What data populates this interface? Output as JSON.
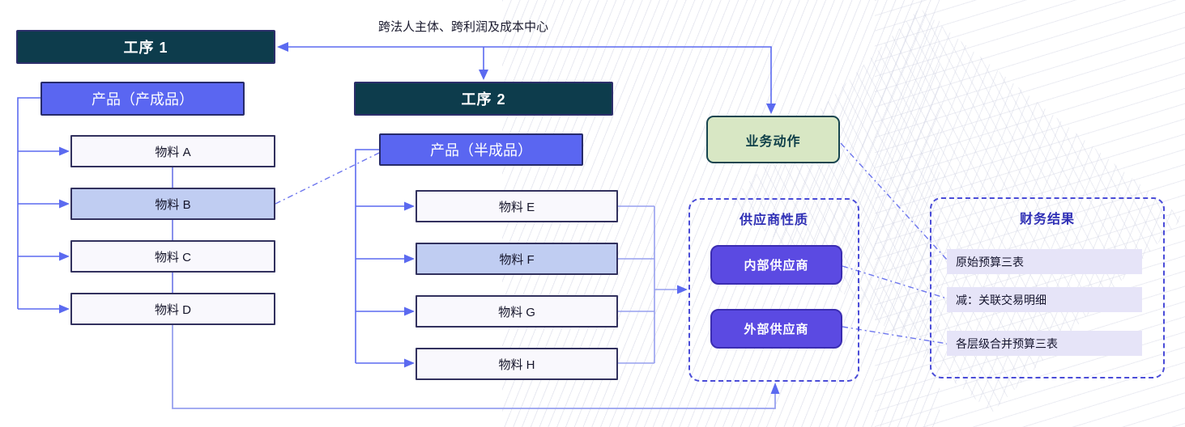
{
  "annotation": {
    "text": "跨法人主体、跨利润及成本中心"
  },
  "process1": {
    "title": "工序 1",
    "product_label": "产品（产成品）",
    "materials": [
      {
        "label": "物料 A",
        "highlighted": false
      },
      {
        "label": "物料 B",
        "highlighted": true
      },
      {
        "label": "物料 C",
        "highlighted": false
      },
      {
        "label": "物料 D",
        "highlighted": false
      }
    ]
  },
  "process2": {
    "title": "工序 2",
    "product_label": "产品（半成品）",
    "materials": [
      {
        "label": "物料 E",
        "highlighted": false
      },
      {
        "label": "物料 F",
        "highlighted": true
      },
      {
        "label": "物料 G",
        "highlighted": false
      },
      {
        "label": "物料 H",
        "highlighted": false
      }
    ]
  },
  "business_action": {
    "label": "业务动作"
  },
  "supplier_panel": {
    "title": "供应商性质",
    "items": [
      {
        "label": "内部供应商"
      },
      {
        "label": "外部供应商"
      }
    ]
  },
  "finance_panel": {
    "title": "财务结果",
    "items": [
      {
        "label": "原始预算三表"
      },
      {
        "label": "减：关联交易明细"
      },
      {
        "label": "各层级合并预算三表"
      }
    ]
  },
  "colors": {
    "process_fill": "#0d3c4c",
    "process_border": "#2c2f6b",
    "product_fill": "#5a66f1",
    "material_fill": "#f9f8fd",
    "material_highlight_fill": "#c0cdf2",
    "material_border": "#32315e",
    "action_fill": "#d8e7c4",
    "action_border": "#17454f",
    "supplier_fill": "#5b4ae2",
    "panel_dash_border": "#4a4cd8",
    "panel_title_text": "#2f2fb5",
    "finance_item_fill": "#e6e4f8",
    "connector": "#5b6af0",
    "connector_light": "#97a0ef"
  }
}
